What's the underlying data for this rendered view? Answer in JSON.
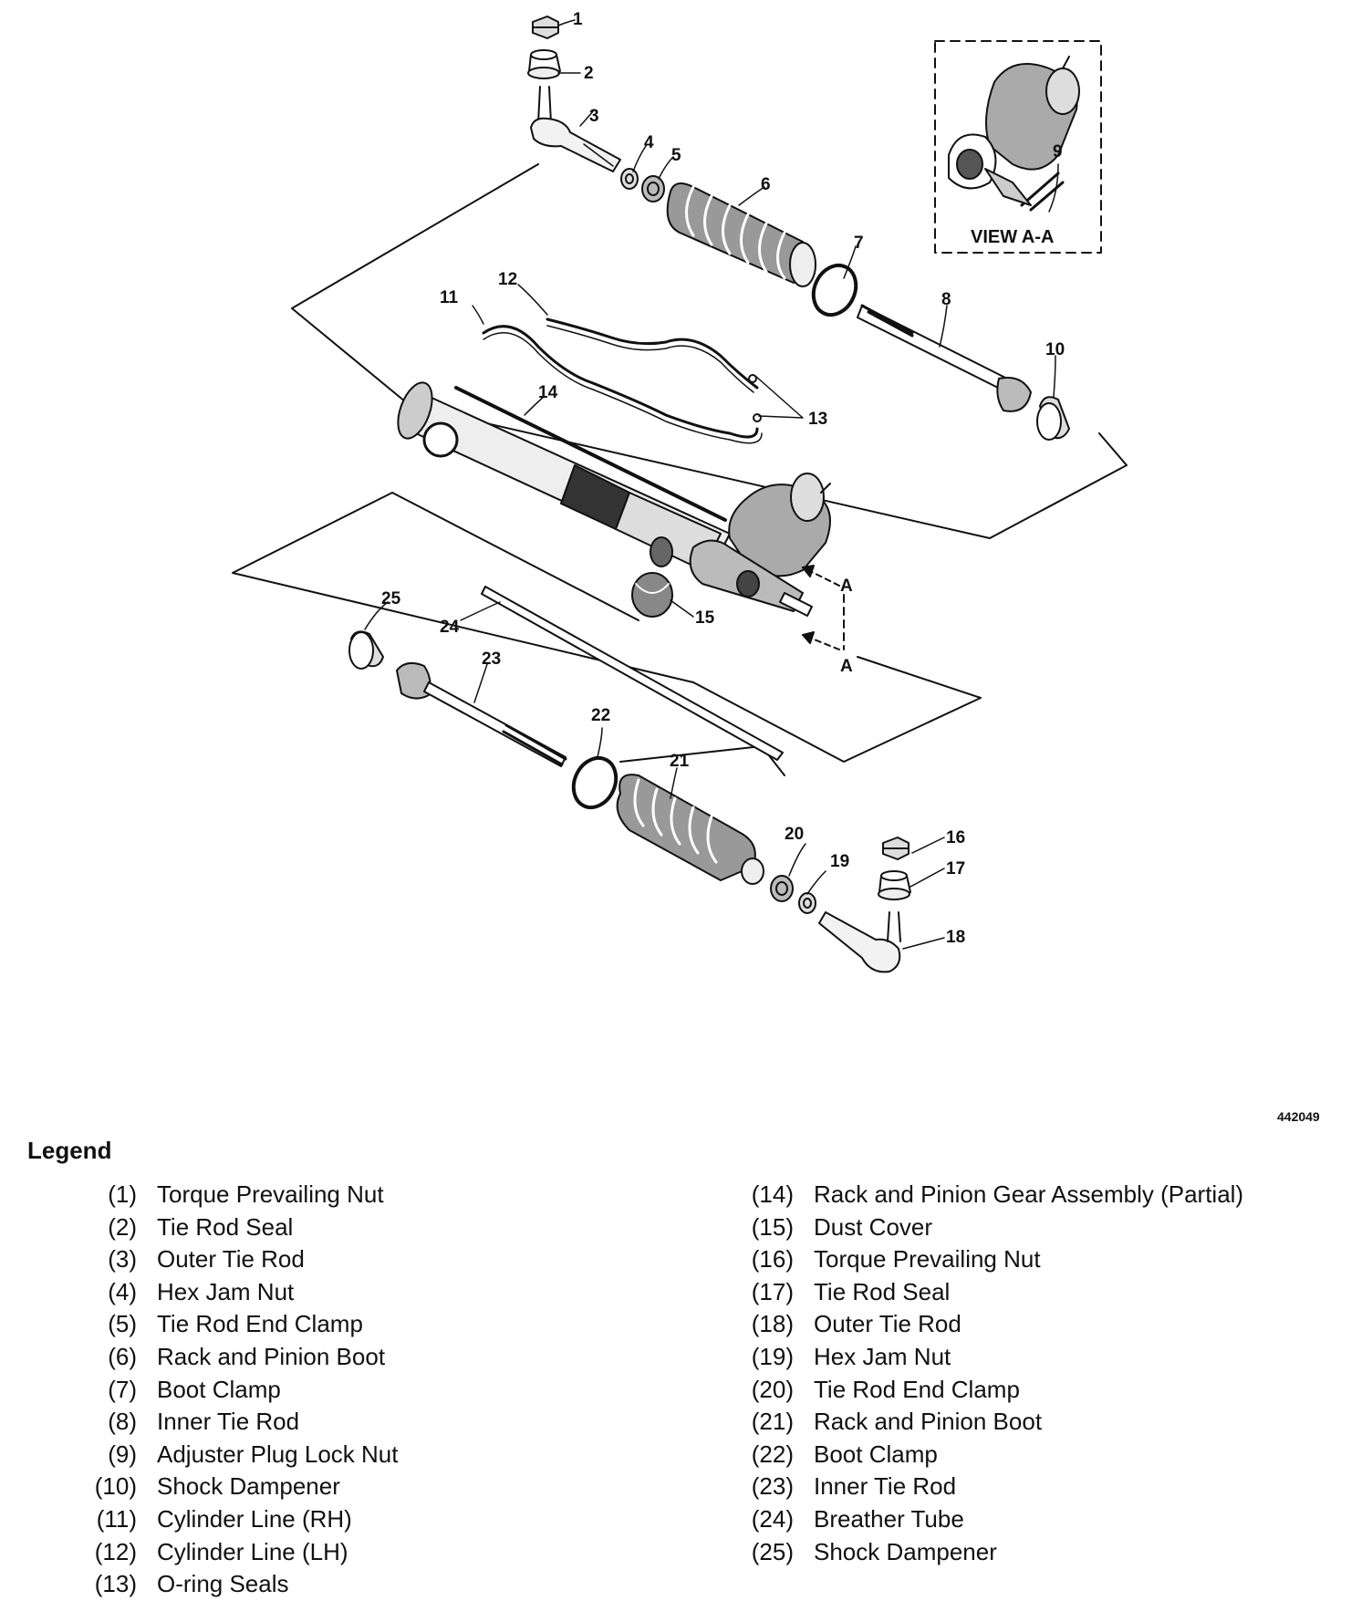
{
  "figure_id": "442049",
  "view_label": "VIEW A-A",
  "section_marker": "A",
  "legend": {
    "title": "Legend",
    "items": [
      {
        "num": "(1)",
        "label": "Torque Prevailing Nut"
      },
      {
        "num": "(2)",
        "label": "Tie Rod Seal"
      },
      {
        "num": "(3)",
        "label": "Outer Tie Rod"
      },
      {
        "num": "(4)",
        "label": "Hex Jam Nut"
      },
      {
        "num": "(5)",
        "label": "Tie Rod End Clamp"
      },
      {
        "num": "(6)",
        "label": "Rack and Pinion Boot"
      },
      {
        "num": "(7)",
        "label": "Boot Clamp"
      },
      {
        "num": "(8)",
        "label": "Inner Tie Rod"
      },
      {
        "num": "(9)",
        "label": "Adjuster Plug Lock Nut"
      },
      {
        "num": "(10)",
        "label": "Shock Dampener"
      },
      {
        "num": "(11)",
        "label": "Cylinder Line (RH)"
      },
      {
        "num": "(12)",
        "label": "Cylinder Line (LH)"
      },
      {
        "num": "(13)",
        "label": "O-ring Seals"
      },
      {
        "num": "(14)",
        "label": "Rack and Pinion Gear Assembly (Partial)"
      },
      {
        "num": "(15)",
        "label": "Dust Cover"
      },
      {
        "num": "(16)",
        "label": "Torque Prevailing Nut"
      },
      {
        "num": "(17)",
        "label": "Tie Rod Seal"
      },
      {
        "num": "(18)",
        "label": "Outer Tie Rod"
      },
      {
        "num": "(19)",
        "label": "Hex Jam Nut"
      },
      {
        "num": "(20)",
        "label": "Tie Rod End Clamp"
      },
      {
        "num": "(21)",
        "label": "Rack and Pinion Boot"
      },
      {
        "num": "(22)",
        "label": "Boot Clamp"
      },
      {
        "num": "(23)",
        "label": "Inner Tie Rod"
      },
      {
        "num": "(24)",
        "label": "Breather Tube"
      },
      {
        "num": "(25)",
        "label": "Shock Dampener"
      }
    ]
  },
  "callouts": [
    "1",
    "2",
    "3",
    "4",
    "5",
    "6",
    "7",
    "8",
    "9",
    "10",
    "11",
    "12",
    "13",
    "14",
    "15",
    "16",
    "17",
    "18",
    "19",
    "20",
    "21",
    "22",
    "23",
    "24",
    "25"
  ]
}
